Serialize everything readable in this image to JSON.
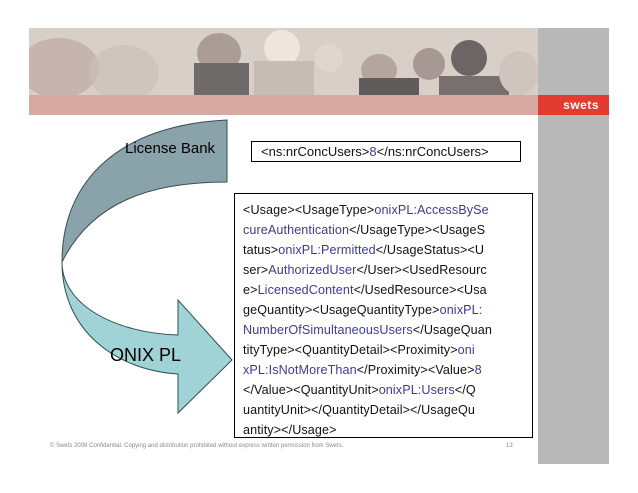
{
  "branding": {
    "logo_text": "swets",
    "colors": {
      "red": "#e23b30",
      "gray": "#b8b8b8",
      "teal": "#9fd3d6",
      "blue_gray": "#8aa3ab"
    }
  },
  "diagram": {
    "top_label": "License Bank",
    "bottom_label": "ONIX PL",
    "conc_users": {
      "open_tag": "<ns:nrConcUsers>",
      "value": "8",
      "close_tag": "</ns:nrConcUsers>"
    },
    "usage_lines": [
      [
        {
          "t": "<Usage><UsageType>",
          "c": "dark"
        },
        {
          "t": "onixPL:AccessBySe",
          "c": "blue"
        }
      ],
      [
        {
          "t": "cureAuthentication",
          "c": "blue"
        },
        {
          "t": "</UsageType><UsageS",
          "c": "dark"
        }
      ],
      [
        {
          "t": "tatus>",
          "c": "dark"
        },
        {
          "t": "onixPL:Permitted",
          "c": "blue"
        },
        {
          "t": "</UsageStatus><U",
          "c": "dark"
        }
      ],
      [
        {
          "t": "ser>",
          "c": "dark"
        },
        {
          "t": "AuthorizedUser",
          "c": "blue"
        },
        {
          "t": "</User><UsedResourc",
          "c": "dark"
        }
      ],
      [
        {
          "t": "e>",
          "c": "dark"
        },
        {
          "t": "LicensedContent",
          "c": "blue"
        },
        {
          "t": "</UsedResource><Usa",
          "c": "dark"
        }
      ],
      [
        {
          "t": "geQuantity><UsageQuantityType>",
          "c": "dark"
        },
        {
          "t": "onixPL:",
          "c": "blue"
        }
      ],
      [
        {
          "t": "NumberOfSimultaneousUsers",
          "c": "blue"
        },
        {
          "t": "</UsageQuan",
          "c": "dark"
        }
      ],
      [
        {
          "t": "tityType><QuantityDetail><Proximity>",
          "c": "dark"
        },
        {
          "t": "oni",
          "c": "blue"
        }
      ],
      [
        {
          "t": "xPL:IsNotMoreThan",
          "c": "blue"
        },
        {
          "t": "</Proximity><Value>",
          "c": "dark"
        },
        {
          "t": "8",
          "c": "blue"
        }
      ],
      [
        {
          "t": "</Value><QuantityUnit>",
          "c": "dark"
        },
        {
          "t": "onixPL:Users",
          "c": "blue"
        },
        {
          "t": "</Q",
          "c": "dark"
        }
      ],
      [
        {
          "t": "uantityUnit></QuantityDetail></UsageQu",
          "c": "dark"
        }
      ],
      [
        {
          "t": "antity></Usage>",
          "c": "dark"
        }
      ]
    ]
  },
  "footer": {
    "text": "© Swets 2008 Confidential. Copying and distribution prohibited without express written permission from Swets.",
    "page_number": "13"
  }
}
